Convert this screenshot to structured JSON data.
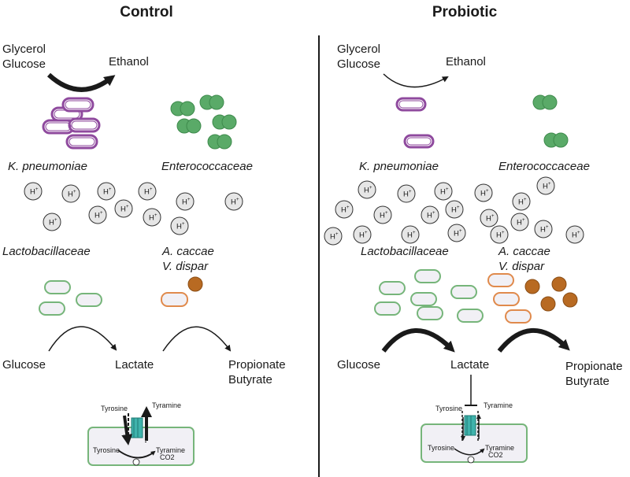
{
  "panels": {
    "control": {
      "title": "Control",
      "substrate_line1": "Glycerol",
      "substrate_line2": "Glucose",
      "product_ethanol": "Ethanol",
      "taxon_kp": "K. pneumoniae",
      "taxon_ent": "Enterococcaceae",
      "taxon_lacto": "Lactobacillaceae",
      "taxon_ac": "A. caccae",
      "taxon_vd": "V. dispar",
      "glucose": "Glucose",
      "lactate": "Lactate",
      "propionate": "Propionate",
      "butyrate": "Butyrate",
      "cell_tyrosine_out": "Tyrosine",
      "cell_tyramine_out": "Tyramine",
      "cell_tyrosine_in": "Tyrosine",
      "cell_tyramine_in": "Tyramine",
      "cell_co2": "CO2",
      "h_symbol": "H",
      "h_charge": "+"
    },
    "probiotic": {
      "title": "Probiotic",
      "substrate_line1": "Glycerol",
      "substrate_line2": "Glucose",
      "product_ethanol": "Ethanol",
      "taxon_kp": "K. pneumoniae",
      "taxon_ent": "Enterococcaceae",
      "taxon_lacto": "Lactobacillaceae",
      "taxon_ac": "A. caccae",
      "taxon_vd": "V. dispar",
      "glucose": "Glucose",
      "lactate": "Lactate",
      "propionate": "Propionate",
      "butyrate": "Butyrate",
      "cell_tyrosine_out": "Tyrosine",
      "cell_tyramine_out": "Tyramine",
      "cell_tyrosine_in": "Tyrosine",
      "cell_tyramine_in": "Tyramine",
      "cell_co2": "CO2",
      "h_symbol": "H",
      "h_charge": "+"
    }
  },
  "colors": {
    "klebsiella": "#8f4a9e",
    "enterococcus": "#5aaa68",
    "lacto_outline": "#76b57a",
    "akkermansia_outline": "#e08a4c",
    "veillonella": "#b86a22",
    "proton_fill": "#e6e6e6",
    "transporter": "#3fb3ac",
    "cell_outline": "#76b57a",
    "cell_fill": "#f1f0f5"
  }
}
